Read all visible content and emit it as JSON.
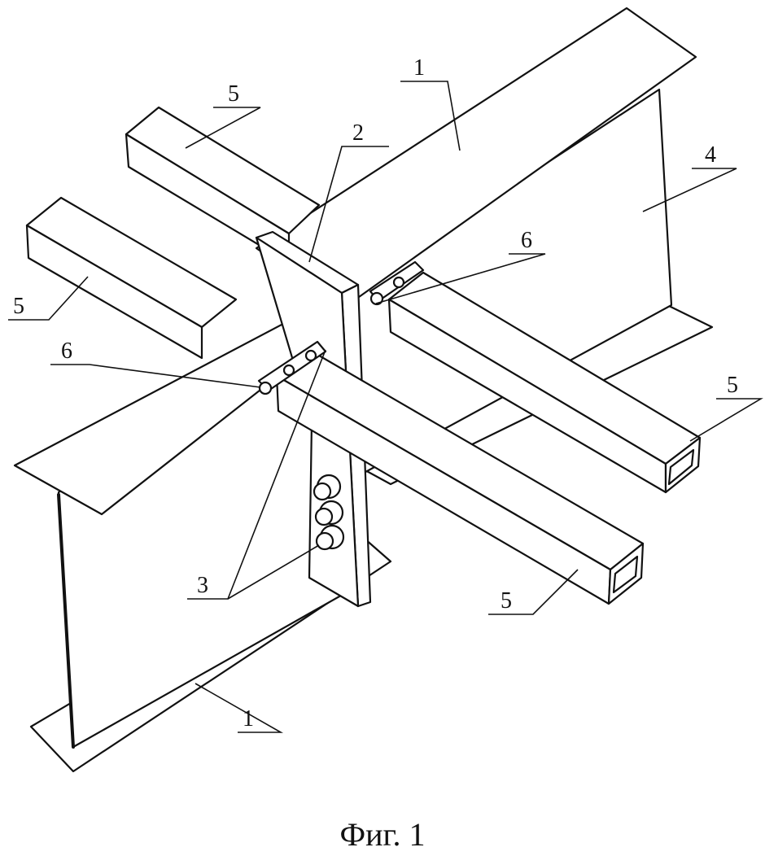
{
  "figure": {
    "caption": "Фиг. 1"
  },
  "callouts": [
    {
      "id": "c1a",
      "label": "1"
    },
    {
      "id": "c1b",
      "label": "1"
    },
    {
      "id": "c2",
      "label": "2"
    },
    {
      "id": "c3",
      "label": "3"
    },
    {
      "id": "c4",
      "label": "4"
    },
    {
      "id": "c5a",
      "label": "5"
    },
    {
      "id": "c5b",
      "label": "5"
    },
    {
      "id": "c5c",
      "label": "5"
    },
    {
      "id": "c5d",
      "label": "5"
    },
    {
      "id": "c6a",
      "label": "6"
    },
    {
      "id": "c6b",
      "label": "6"
    }
  ]
}
